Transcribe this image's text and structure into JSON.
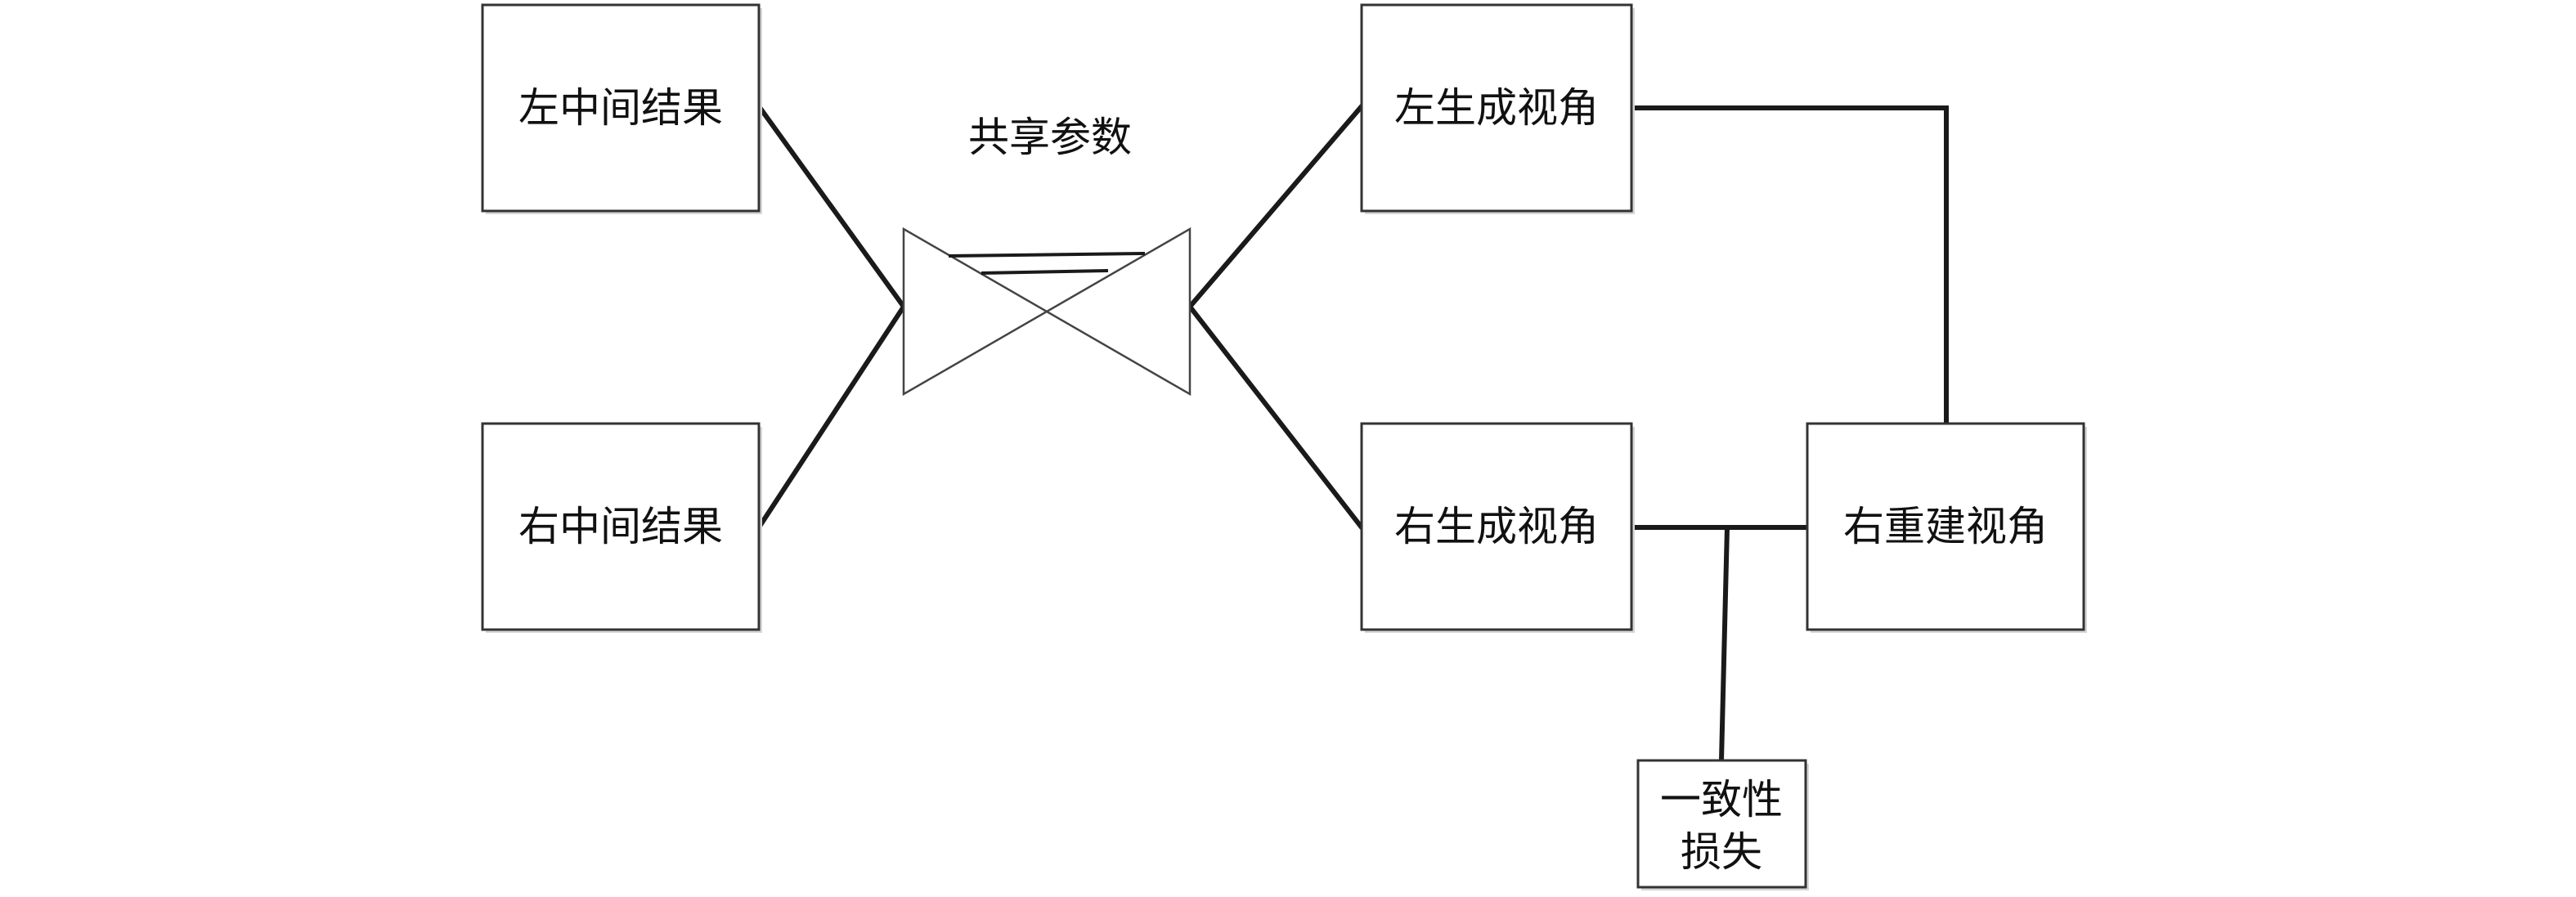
{
  "nodes": {
    "left_intermediate": "左中间结果",
    "right_intermediate": "右中间结果",
    "shared_params": "共享参数",
    "left_generated": "左生成视角",
    "right_generated": "右生成视角",
    "right_reconstructed": "右重建视角",
    "consistency_loss_line1": "一致性",
    "consistency_loss_line2": "损失"
  }
}
